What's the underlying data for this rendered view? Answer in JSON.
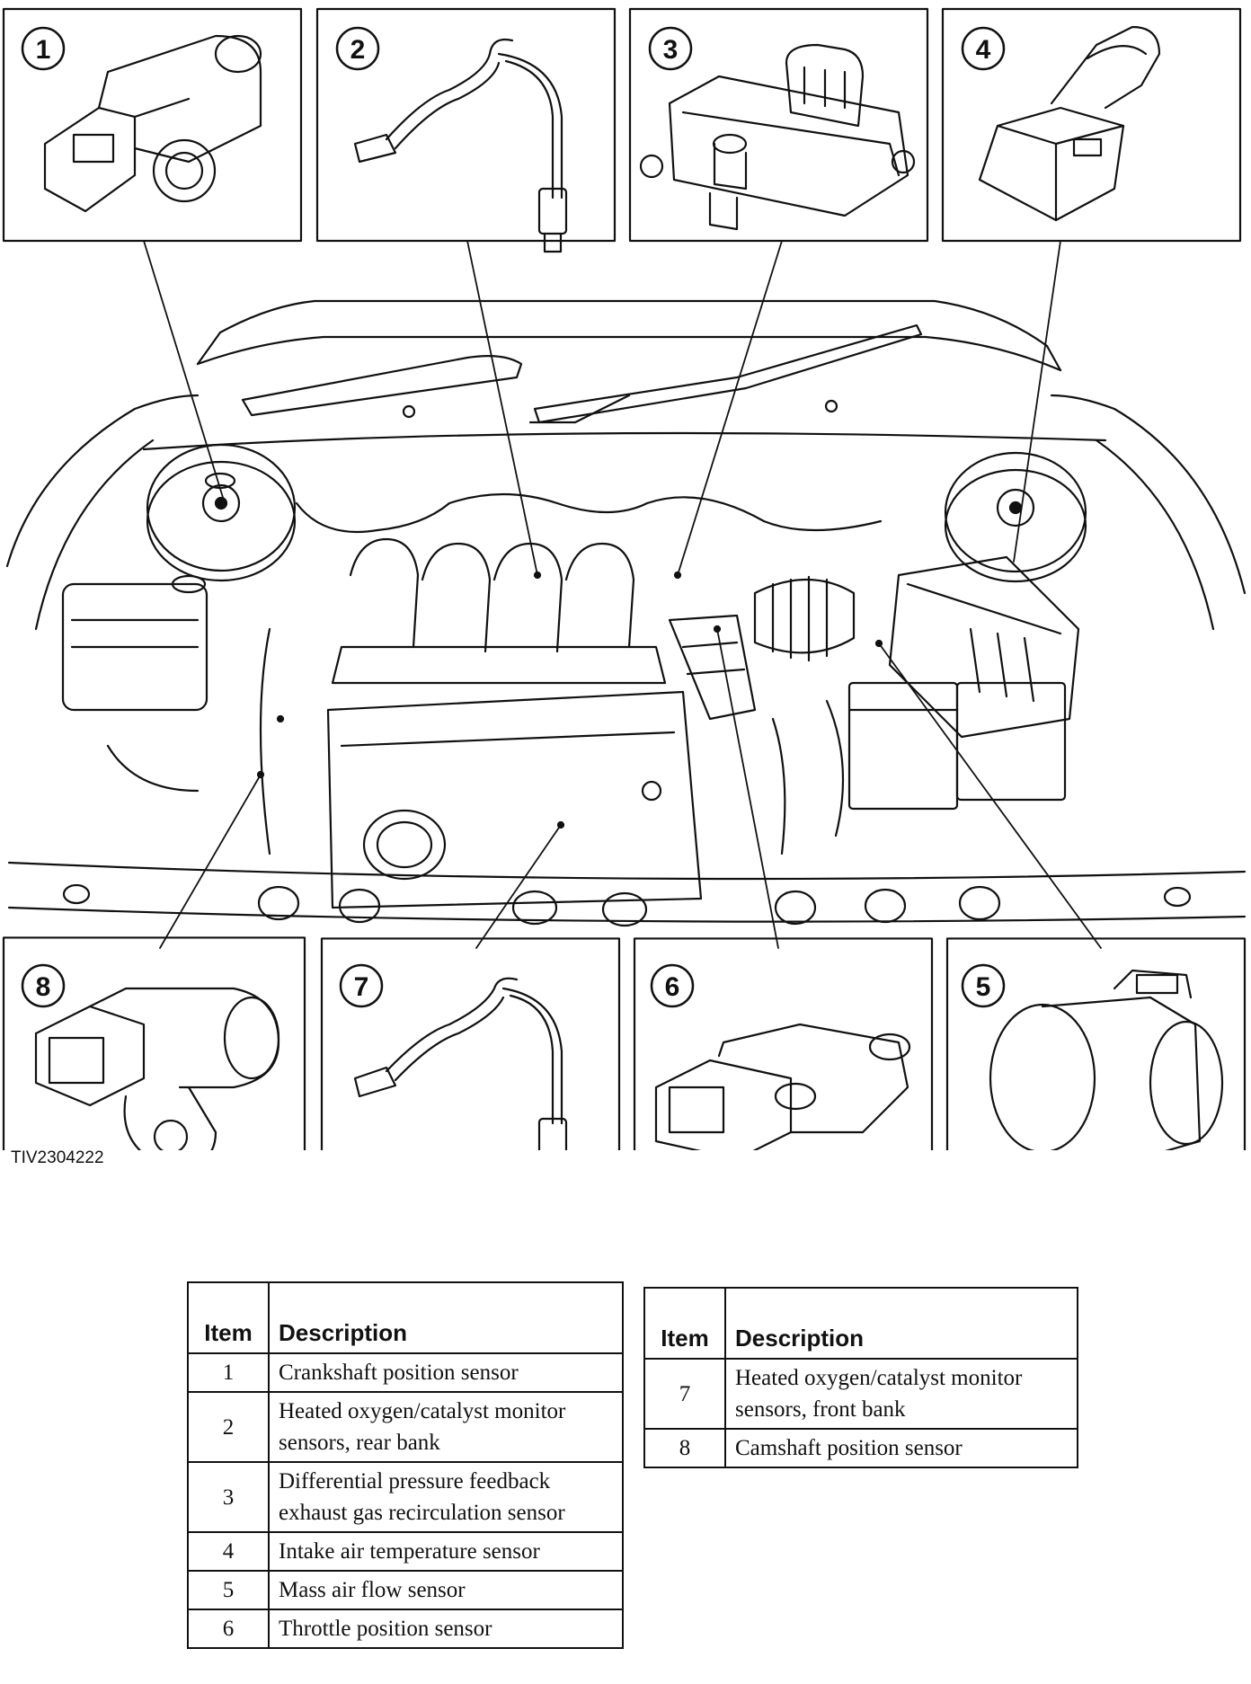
{
  "callouts": [
    "1",
    "2",
    "3",
    "4",
    "5",
    "6",
    "7",
    "8"
  ],
  "figure_id": "TIV2304222",
  "legend_left": {
    "header_item": "Item",
    "header_description": "Description",
    "rows": [
      {
        "item": "1",
        "description": "Crankshaft position sensor"
      },
      {
        "item": "2",
        "description": "Heated oxygen/catalyst monitor sensors, rear bank"
      },
      {
        "item": "3",
        "description": "Differential pressure feedback exhaust gas recirculation sensor"
      },
      {
        "item": "4",
        "description": "Intake air temperature sensor"
      },
      {
        "item": "5",
        "description": "Mass air flow sensor"
      },
      {
        "item": "6",
        "description": "Throttle position sensor"
      }
    ]
  },
  "legend_right": {
    "header_item": "Item",
    "header_description": "Description",
    "rows": [
      {
        "item": "7",
        "description": "Heated oxygen/catalyst monitor sensors, front bank"
      },
      {
        "item": "8",
        "description": "Camshaft position sensor"
      }
    ]
  }
}
